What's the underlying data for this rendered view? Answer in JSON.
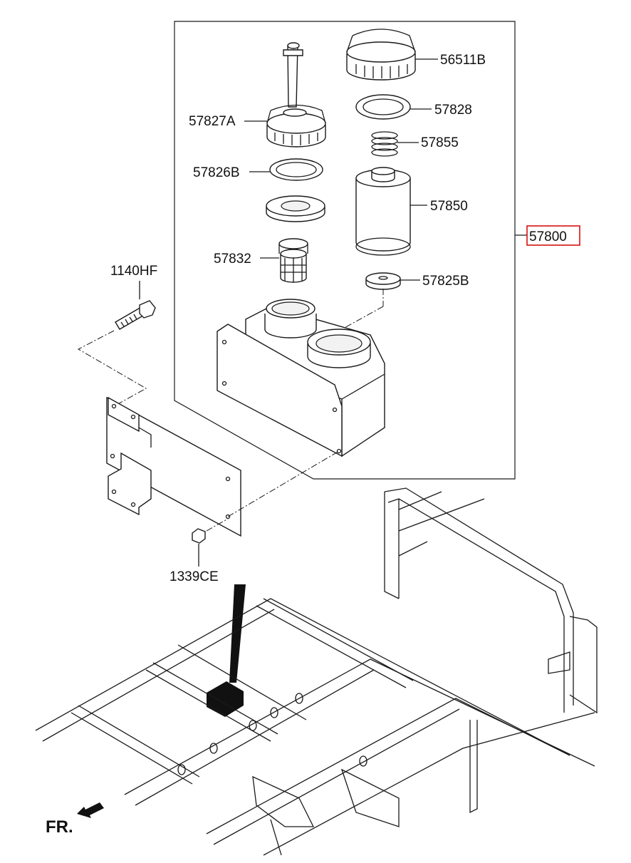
{
  "labels": {
    "cap_main": "56511B",
    "gasket_main": "57828",
    "spring": "57855",
    "filter": "57850",
    "seat": "57825B",
    "assembly": "57800",
    "cap_small": "57827A",
    "gasket_small": "57826B",
    "strainer": "57832",
    "bolt": "1140HF",
    "nut": "1339CE",
    "direction": "FR."
  },
  "colors": {
    "line": "#1a1a1a",
    "highlight_box": "#d40000",
    "background": "#ffffff"
  },
  "icons": {
    "direction_arrow": "front-arrow-icon"
  }
}
